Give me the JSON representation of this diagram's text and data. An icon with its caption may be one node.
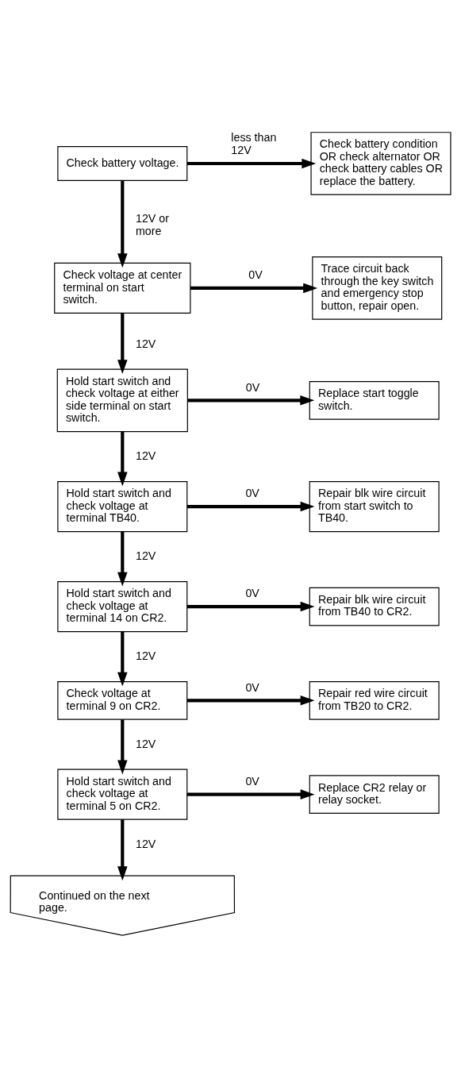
{
  "diagram": {
    "nodes": [
      {
        "text": [
          "Check battery voltage."
        ]
      },
      {
        "text": [
          "Check battery condition OR check alternator OR check battery cables OR replace the battery."
        ]
      },
      {
        "text": [
          "Check voltage at center terminal on start switch."
        ]
      },
      {
        "text": [
          "Trace circuit back through the key switch and emergency stop button, repair open."
        ]
      },
      {
        "text": [
          "Hold start switch and check voltage at either side terminal on start switch."
        ]
      },
      {
        "text": [
          "Replace start toggle switch."
        ]
      },
      {
        "text": [
          "Hold start switch and check voltage at terminal TB40."
        ]
      },
      {
        "text": [
          "Repair blk wire circuit from start switch to TB40."
        ]
      },
      {
        "text": [
          "Hold start switch and check voltage at terminal 14 on CR2."
        ]
      },
      {
        "text": [
          "Repair blk wire circuit from TB40 to CR2."
        ]
      },
      {
        "text": [
          "Check voltage at terminal 9 on CR2."
        ]
      },
      {
        "text": [
          "Repair red wire circuit from TB20 to CR2."
        ]
      },
      {
        "text": [
          "Hold start switch and check voltage at terminal 5 on CR2."
        ]
      },
      {
        "text": [
          "Replace CR2 relay or relay socket."
        ]
      },
      {
        "text": [
          "Continued on the next page."
        ]
      }
    ],
    "edges": [
      {
        "from": 0,
        "to": 1,
        "arrow": "to",
        "label": "less than 12V"
      },
      {
        "from": 0,
        "to": 2,
        "arrow": "to",
        "label": "12V or more"
      },
      {
        "from": 2,
        "to": 3,
        "arrow": "to",
        "label": "0V"
      },
      {
        "from": 2,
        "to": 4,
        "arrow": "to",
        "label": "12V"
      },
      {
        "from": 4,
        "to": 5,
        "arrow": "to",
        "label": "0V"
      },
      {
        "from": 4,
        "to": 6,
        "arrow": "to",
        "label": "12V"
      },
      {
        "from": 6,
        "to": 7,
        "arrow": "to",
        "label": "0V"
      },
      {
        "from": 6,
        "to": 8,
        "arrow": "to",
        "label": "12V"
      },
      {
        "from": 8,
        "to": 9,
        "arrow": "to",
        "label": "0V"
      },
      {
        "from": 8,
        "to": 10,
        "arrow": "to",
        "label": "12V"
      },
      {
        "from": 10,
        "to": 11,
        "arrow": "to",
        "label": "0V"
      },
      {
        "from": 10,
        "to": 12,
        "arrow": "to",
        "label": "12V"
      },
      {
        "from": 12,
        "to": 13,
        "arrow": "to",
        "label": "0V"
      },
      {
        "from": 12,
        "to": 14,
        "arrow": "to",
        "label": "12V"
      }
    ]
  }
}
